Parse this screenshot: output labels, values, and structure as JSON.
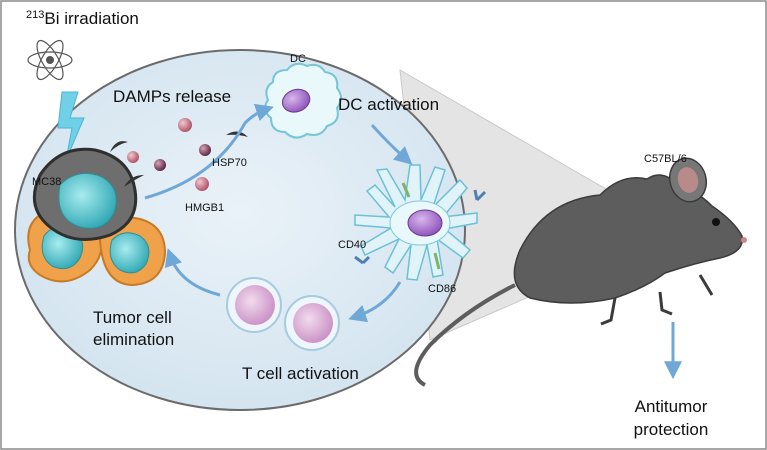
{
  "title": {
    "superscript": "213",
    "text": "Bi irradiation"
  },
  "labels": {
    "dc": "DC",
    "damps_release": "DAMPs release",
    "dc_activation": "DC activation",
    "hsp70": "HSP70",
    "hmgb1": "HMGB1",
    "mc38": "MC38",
    "cd40": "CD40",
    "cd86": "CD86",
    "tumor_elimination_line1": "Tumor cell",
    "tumor_elimination_line2": "elimination",
    "t_cell_activation": "T cell activation",
    "mouse_strain": "C57BL/6",
    "antitumor_line1": "Antitumor",
    "antitumor_line2": "protection"
  },
  "colors": {
    "ellipse_fill": "#dce9f3",
    "arrow": "#6fa8d6",
    "tumor_orange": "#f0a24b",
    "tumor_cyan": "#5cc6cf",
    "dc_purple": "#9b6ac4",
    "t_cell_pink": "#dcb0d8",
    "mouse_gray": "#5d5d5d",
    "damp_sphere": "#c77a86",
    "hsp70_crescent": "#333333"
  },
  "icons": {
    "radiation": "atom-icon",
    "lightning": "lightning-bolt-icon",
    "mouse": "mouse-icon"
  }
}
